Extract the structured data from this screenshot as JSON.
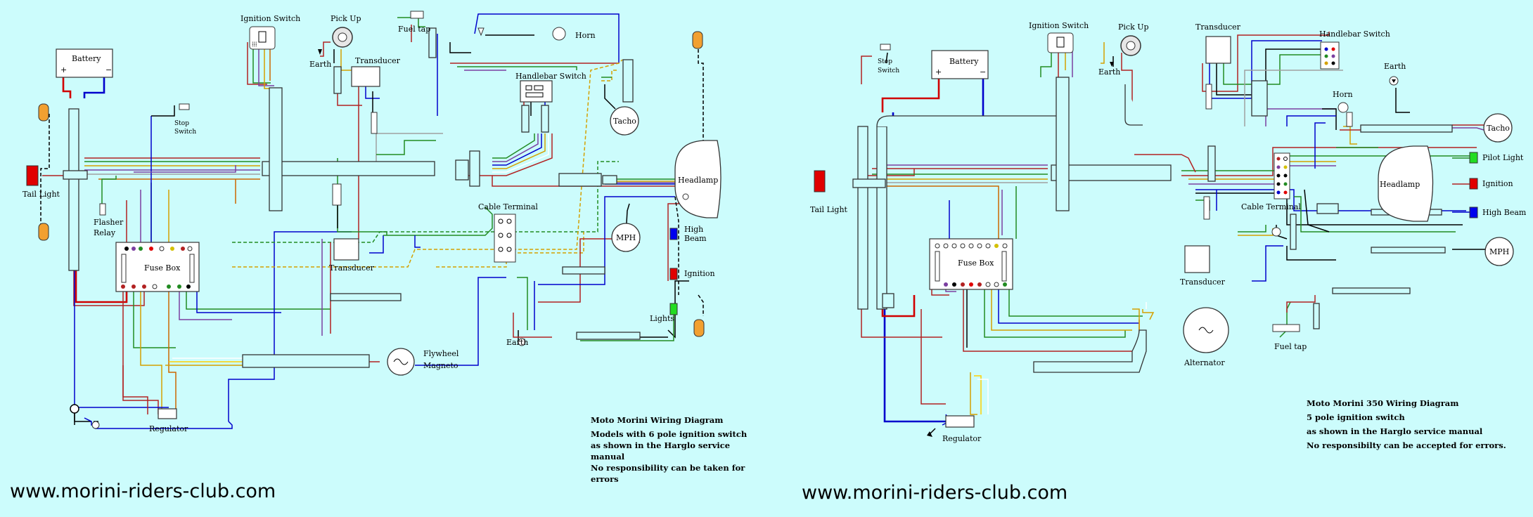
{
  "website": "www.morini-riders-club.com",
  "left_diagram": {
    "labels": {
      "battery": "Battery",
      "ignition_switch": "Ignition Switch",
      "pick_up": "Pick Up",
      "earth_top": "Earth",
      "fuel_tap": "Fuel tap",
      "horn": "Horn",
      "transducer_top": "Transducer",
      "handlebar_switch": "Handlebar Switch",
      "tacho": "Tacho",
      "stop_switch_1": "Stop",
      "stop_switch_2": "Switch",
      "tail_light": "Tail Light",
      "flasher_relay_1": "Flasher",
      "flasher_relay_2": "Relay",
      "fuse_box": "Fuse Box",
      "headlamp": "Headlamp",
      "cable_terminal": "Cable Terminal",
      "transducer_bottom": "Transducer",
      "mph": "MPH",
      "high_beam_1": "High",
      "high_beam_2": "Beam",
      "ignition": "Ignition",
      "lights": "Lights",
      "earth_bottom": "Earth",
      "flywheel_magneto_1": "Flywheel",
      "flywheel_magneto_2": "Magneto",
      "regulator": "Regulator"
    },
    "notes": [
      "Moto Morini      Wiring Diagram",
      "Models with 6 pole ignition switch",
      "as shown in the Harglo service",
      "manual",
      "No responsibility can be taken for",
      "errors"
    ]
  },
  "right_diagram": {
    "labels": {
      "stop_switch_1": "Stop",
      "stop_switch_2": "Switch",
      "battery": "Battery",
      "ignition_switch": "Ignition Switch",
      "pick_up": "Pick Up",
      "earth_top": "Earth",
      "transducer_top": "Transducer",
      "handlebar_switch": "Handlebar Switch",
      "earth_right": "Earth",
      "horn": "Horn",
      "tacho": "Tacho",
      "pilot_light": "Pilot Light",
      "tail_light": "Tail Light",
      "headlamp": "Headlamp",
      "ignition": "Ignition",
      "cable_terminal": "Cable Terminal",
      "high_beam": "High Beam",
      "fuse_box": "Fuse Box",
      "mph": "MPH",
      "transducer_bottom": "Transducer",
      "fuel_tap": "Fuel tap",
      "alternator": "Alternator",
      "regulator": "Regulator"
    },
    "notes": [
      "Moto Morini 350   Wiring Diagram",
      "5 pole ignition switch",
      "as shown in the Harglo  service manual",
      "No responsibilty can be accepted for errors."
    ]
  }
}
